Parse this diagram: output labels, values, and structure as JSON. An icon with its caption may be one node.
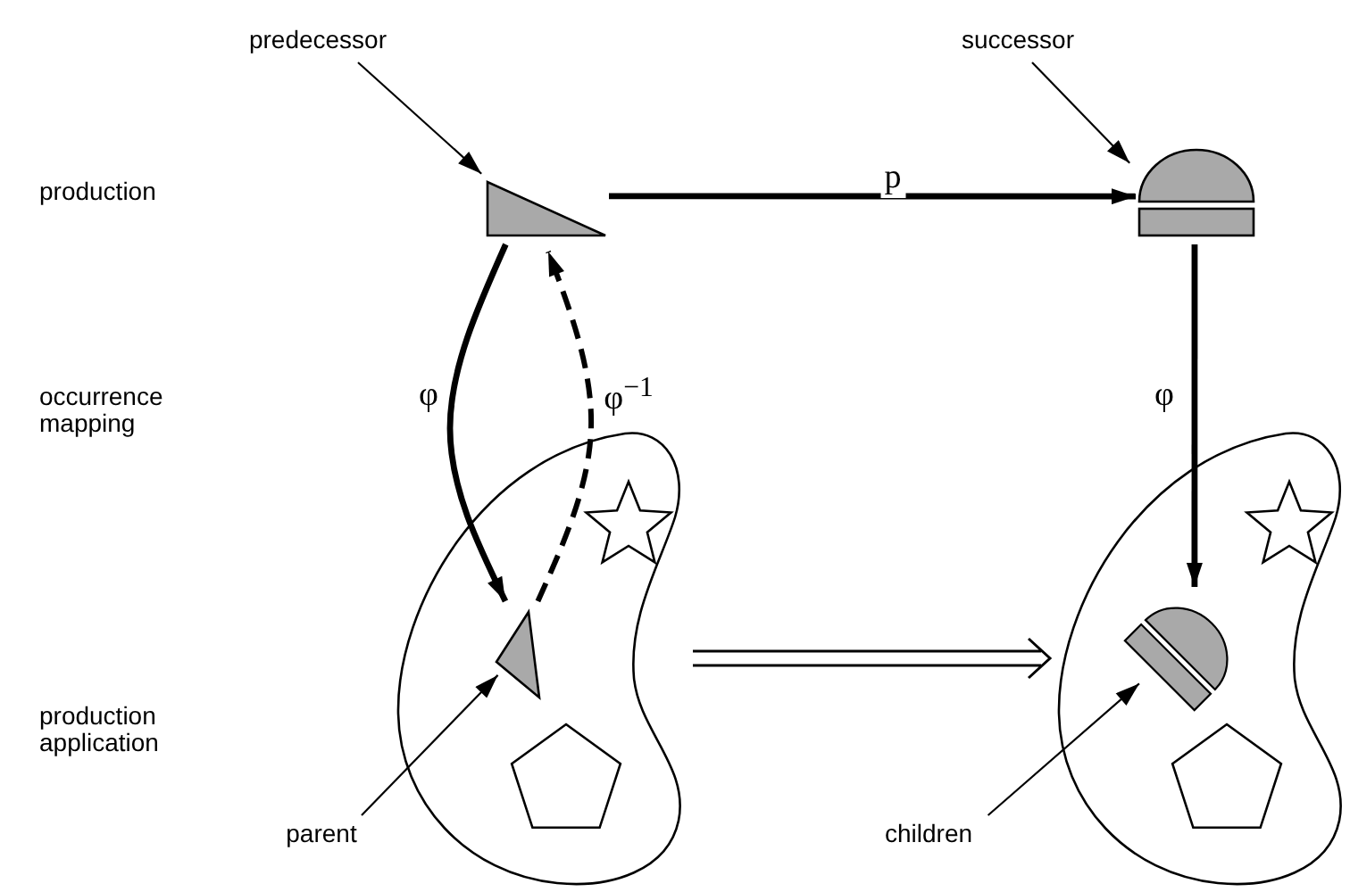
{
  "diagram": {
    "nodes": [
      {
        "text": [
          "predecessor"
        ]
      },
      {
        "text": [
          "successor"
        ]
      },
      {
        "text": [],
        "shape": "triangle"
      },
      {
        "text": [],
        "shape": "dome"
      },
      {
        "text": [],
        "shape": "blob"
      },
      {
        "text": [],
        "shape": "triangle",
        "in": 4
      },
      {
        "text": [
          "parent"
        ]
      },
      {
        "text": [],
        "shape": "blob"
      },
      {
        "text": [],
        "shape": "dome",
        "in": 7
      },
      {
        "text": [
          "children"
        ]
      }
    ],
    "edges": [
      {
        "from": 0,
        "to": 2,
        "arrow": "to"
      },
      {
        "from": 1,
        "to": 3,
        "arrow": "to"
      },
      {
        "from": 2,
        "to": 3,
        "arrow": "to",
        "label": "p",
        "style": "thick"
      },
      {
        "from": 2,
        "to": 5,
        "arrow": "to",
        "label": "φ",
        "style": "thick"
      },
      {
        "from": 5,
        "to": 2,
        "arrow": "to",
        "label": "φ$^{−1}$",
        "style": "dashed"
      },
      {
        "from": 3,
        "to": 8,
        "arrow": "to",
        "label": "φ",
        "style": "thick"
      },
      {
        "from": 4,
        "to": 7,
        "arrow": "to"
      },
      {
        "from": 6,
        "to": 5,
        "arrow": "to"
      },
      {
        "from": 9,
        "to": 8,
        "arrow": "to"
      }
    ],
    "labels": [
      "production",
      "occurrence mapping",
      "production application"
    ]
  }
}
